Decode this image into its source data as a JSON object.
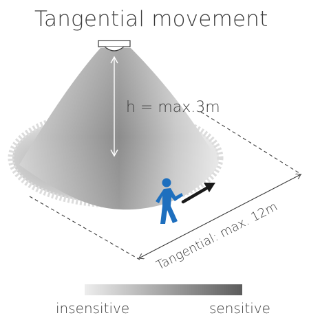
{
  "title": "Tangential movement",
  "height_label": "h = max.3m",
  "distance_label": "Tangential: max. 12m",
  "legend": {
    "left_label": "insensitive",
    "right_label": "sensitive"
  },
  "colors": {
    "cone_dark": "#7f7f7f",
    "cone_light": "#e6e6e6",
    "person": "#1e6fbe",
    "arrow": "#1a1a1a",
    "text": "#3a3a3a",
    "legend_start": "#ebebeb",
    "legend_end": "#5e5e5e"
  },
  "icons": {
    "sensor": "ceiling-motion-sensor-icon",
    "person": "walking-person-icon",
    "movement": "movement-arrow-icon"
  }
}
